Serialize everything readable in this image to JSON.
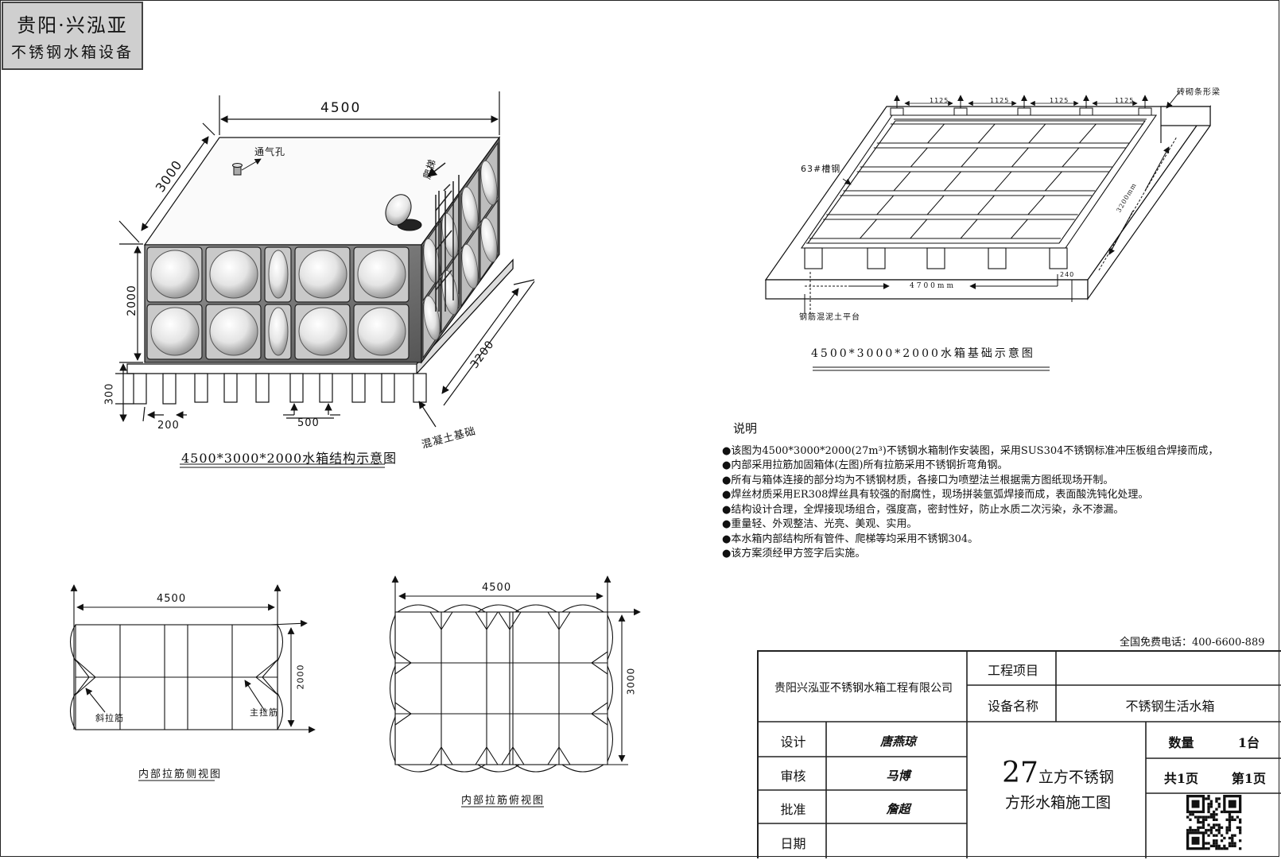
{
  "logo": {
    "line1": "贵阳·兴泓亚",
    "line2": "不锈钢水箱设备"
  },
  "structure": {
    "dim_length": "4500",
    "dim_width": "3000",
    "dim_height": "2000",
    "dim_base_depth": "3200",
    "dim_support_h": "300",
    "dim_support_w": "200",
    "dim_support_gap": "500",
    "label_vent": "通气孔",
    "label_ladder": "爬梯",
    "label_concrete": "混凝土基础",
    "caption": "4500*3000*2000水箱结构示意图"
  },
  "foundation": {
    "label_beam": "砖砌条形梁",
    "label_channel": "63#槽钢",
    "label_platform": "钢筋混泥土平台",
    "spacings": [
      "1125",
      "1125",
      "1125",
      "1125"
    ],
    "dim_length": "4700mm",
    "dim_depth": "3200mm",
    "dim_edge": "240",
    "caption": "4500*3000*2000水箱基础示意图"
  },
  "notes": {
    "title": "说明",
    "items": [
      "●该图为4500*3000*2000(27m³)不锈钢水箱制作安装图，采用SUS304不锈钢标准冲压板组合焊接而成，",
      "●内部采用拉筋加固箱体(左图)所有拉筋采用不锈钢折弯角钢。",
      "●所有与箱体连接的部分均为不锈钢材质，各接口为喷塑法兰根据需方图纸现场开制。",
      "●焊丝材质采用ER308焊丝具有较强的耐腐性，现场拼装氩弧焊接而成，表面酸洗钝化处理。",
      "●结构设计合理，全焊接现场组合，强度高，密封性好，防止水质二次污染，永不渗漏。",
      "●重量轻、外观整洁、光亮、美观、实用。",
      "●本水箱内部结构所有管件、爬梯等均采用不锈钢304。",
      "●该方案须经甲方签字后实施。"
    ]
  },
  "side_view": {
    "dim_length": "4500",
    "dim_height": "2000",
    "label_diag": "斜拉筋",
    "label_main": "主拉筋",
    "caption": "内部拉筋侧视图"
  },
  "top_view": {
    "dim_length": "4500",
    "dim_width": "3000",
    "caption": "内部拉筋俯视图"
  },
  "phone": "全国免费电话：400-6600-889",
  "title_block": {
    "company": "贵阳兴泓亚不锈钢水箱工程有限公司",
    "project_label": "工程项目",
    "project_value": "",
    "device_label": "设备名称",
    "device_value": "不锈钢生活水箱",
    "design_label": "设计",
    "design_sig": "唐燕琼",
    "review_label": "审核",
    "review_sig": "马博",
    "approve_label": "批准",
    "approve_sig": "詹超",
    "date_label": "日期",
    "date_value": "",
    "drawing_num": "27",
    "drawing_title1": "立方不锈钢",
    "drawing_title2": "方形水箱施工图",
    "qty_label": "数量",
    "qty_value": "1台",
    "total_pages": "共1页",
    "page_num": "第1页"
  }
}
